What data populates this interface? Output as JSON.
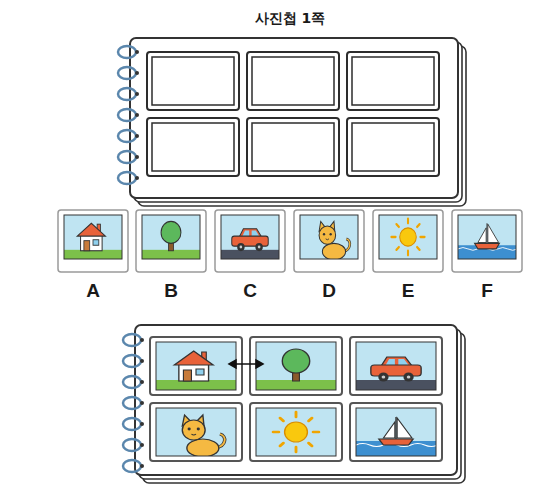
{
  "diagram": {
    "title": "사진첩 1쪽",
    "nodes": [
      {
        "text": [
          "A"
        ]
      },
      {
        "text": [
          "B"
        ]
      },
      {
        "text": [
          "C"
        ]
      },
      {
        "text": [
          "D"
        ]
      },
      {
        "text": [
          "E"
        ]
      },
      {
        "text": [
          "F"
        ]
      }
    ]
  }
}
